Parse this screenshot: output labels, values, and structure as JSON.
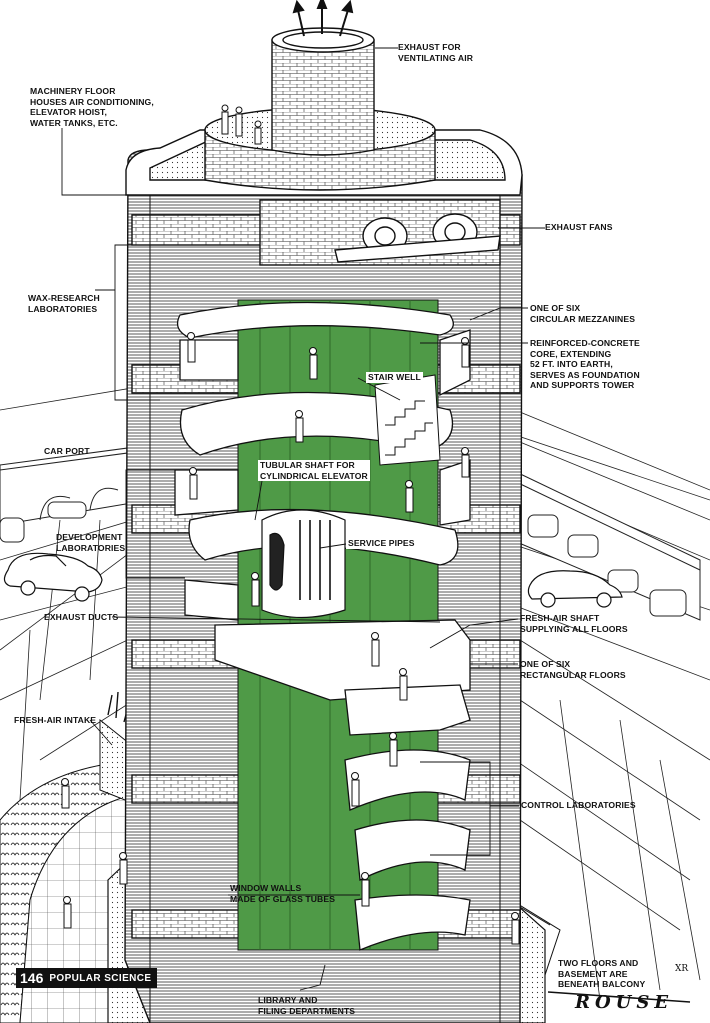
{
  "labels": {
    "exhaust_air": "EXHAUST FOR\nVENTILATING AIR",
    "machinery_floor": "MACHINERY FLOOR\nHOUSES AIR CONDITIONING,\nELEVATOR HOIST,\nWATER TANKS, ETC.",
    "exhaust_fans": "EXHAUST FANS",
    "wax_research": "WAX-RESEARCH\nLABORATORIES",
    "circular_mezzanines": "ONE OF SIX\nCIRCULAR MEZZANINES",
    "core": "REINFORCED-CONCRETE\nCORE, EXTENDING\n52 FT. INTO EARTH,\nSERVES AS FOUNDATION\nAND SUPPORTS TOWER",
    "stair_well": "STAIR WELL",
    "car_port": "CAR PORT",
    "tubular_shaft": "TUBULAR SHAFT FOR\nCYLINDRICAL ELEVATOR",
    "development_labs": "DEVELOPMENT\nLABORATORIES",
    "service_pipes": "SERVICE PIPES",
    "exhaust_ducts": "EXHAUST DUCTS",
    "fresh_air_shaft": "FRESH-AIR SHAFT\nSUPPLYING ALL FLOORS",
    "rectangular_floors": "ONE OF SIX\nRECTANGULAR FLOORS",
    "fresh_air_intake": "FRESH-AIR INTAKE",
    "control_labs": "CONTROL LABORATORIES",
    "window_walls": "WINDOW WALLS\nMADE OF GLASS TUBES",
    "library": "LIBRARY AND\nFILING DEPARTMENTS",
    "basement": "TWO FLOORS AND\nBASEMENT ARE\nBENEATH BALCONY"
  },
  "folio": {
    "page_number": "146",
    "magazine": "POPULAR SCIENCE"
  },
  "artist_signature": "ROUSE",
  "credit": "XR",
  "colors": {
    "core_green": "#4f9a47",
    "ink": "#111111",
    "paper": "#ffffff"
  }
}
